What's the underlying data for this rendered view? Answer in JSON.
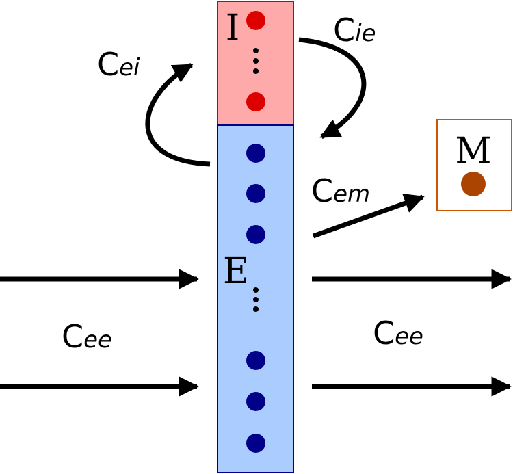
{
  "populations": {
    "inhibitory": {
      "label": "I",
      "fill": "#ffaaaa",
      "stroke": "#cc0000",
      "neuron_color": "#dd0000"
    },
    "excitatory": {
      "label": "E",
      "fill": "#aaccff",
      "stroke": "#000088",
      "neuron_color": "#000088"
    },
    "motor": {
      "label": "M",
      "fill": "#ffffff",
      "stroke": "#cc5500",
      "neuron_color": "#aa4400"
    }
  },
  "connections": {
    "ei": {
      "base": "C",
      "sub": "ei"
    },
    "ie": {
      "base": "C",
      "sub": "ie"
    },
    "em": {
      "base": "C",
      "sub": "em"
    },
    "ee_in": {
      "base": "C",
      "sub": "ee"
    },
    "ee_out": {
      "base": "C",
      "sub": "ee"
    }
  },
  "colors": {
    "arrow": "#000000"
  }
}
